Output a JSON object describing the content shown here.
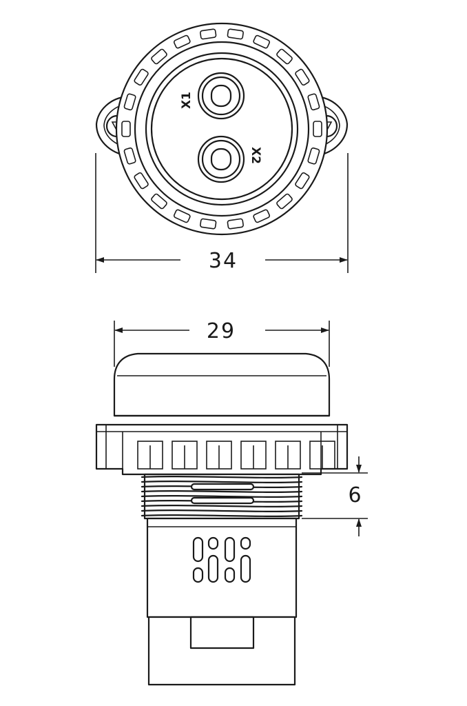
{
  "front_view": {
    "terminal_labels": [
      "X1",
      "X2"
    ],
    "width_dimension": "34"
  },
  "side_view": {
    "cap_width_dimension": "29",
    "thread_length_dimension": "6"
  },
  "colors": {
    "line": "#1a1a1a",
    "background": "#ffffff"
  }
}
